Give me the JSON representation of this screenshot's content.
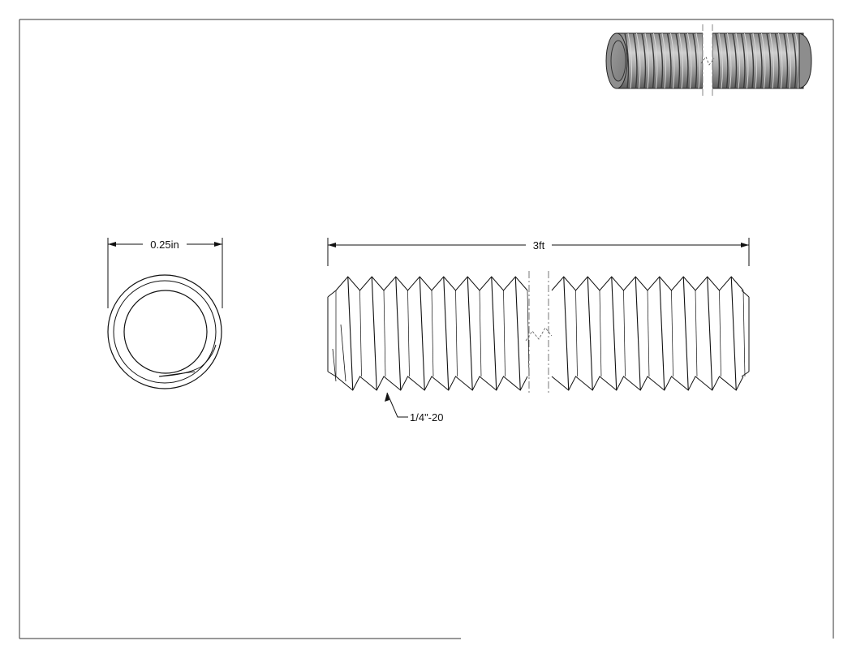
{
  "drawing": {
    "end_view": {
      "diameter_label": "0.25in"
    },
    "side_view": {
      "length_label": "3ft",
      "thread_callout": "1/4\"-20"
    },
    "colors": {
      "line": "#1a1a1a",
      "rod_fill": "#a9a9a9",
      "rod_dark": "#6e6e6e",
      "rod_light": "#cfcfcf",
      "border": "#333333"
    }
  }
}
